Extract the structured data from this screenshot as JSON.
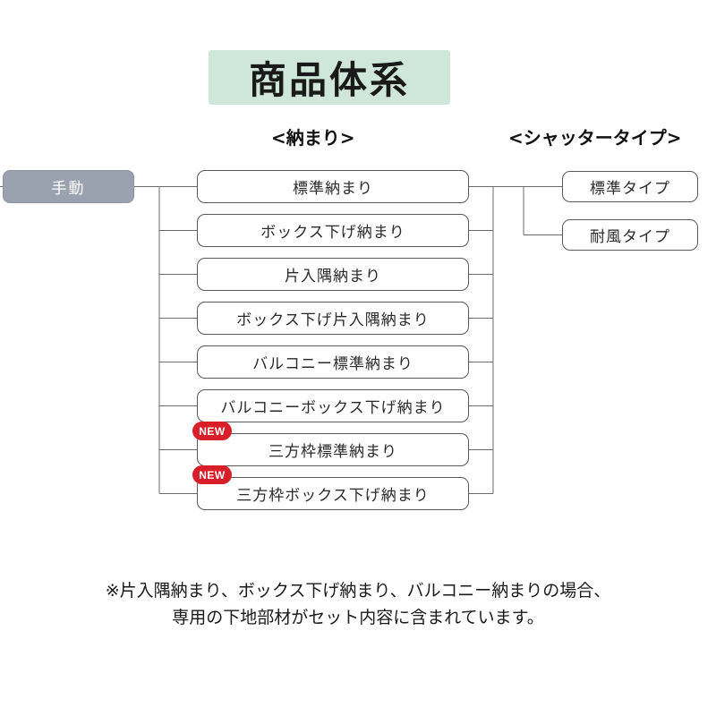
{
  "title": {
    "text": "商品体系",
    "background_color": "#cfe6da"
  },
  "headers": {
    "osamari": "<納まり>",
    "shutter_type": "<シャッタータイプ>"
  },
  "root": {
    "label": "手動",
    "background_color": "#99a2ae",
    "text_color": "#ffffff"
  },
  "osamari_nodes": [
    {
      "label": "標準納まり",
      "badge": ""
    },
    {
      "label": "ボックス下げ納まり",
      "badge": ""
    },
    {
      "label": "片入隅納まり",
      "badge": ""
    },
    {
      "label": "ボックス下げ片入隅納まり",
      "badge": ""
    },
    {
      "label": "バルコニー標準納まり",
      "badge": ""
    },
    {
      "label": "バルコニーボックス下げ納まり",
      "badge": ""
    },
    {
      "label": "三方枠標準納まり",
      "badge": "NEW"
    },
    {
      "label": "三方枠ボックス下げ納まり",
      "badge": "NEW"
    }
  ],
  "shutter_type_nodes": [
    {
      "label": "標準タイプ"
    },
    {
      "label": "耐風タイプ"
    }
  ],
  "badge": {
    "color": "#d81e28",
    "text_color": "#ffffff"
  },
  "footnote": {
    "line1": "※片入隅納まり、ボックス下げ納まり、バルコニー納まりの場合、",
    "line2": "専用の下地部材がセット内容に含まれています。"
  },
  "colors": {
    "box_border": "#5a5a55",
    "wire": "#6b6b68",
    "background": "#ffffff"
  }
}
